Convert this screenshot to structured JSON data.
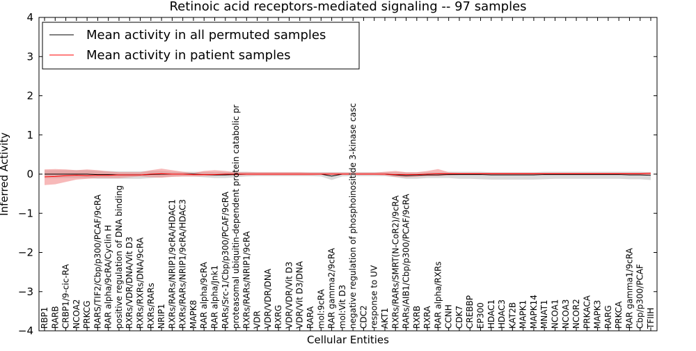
{
  "chart_data": {
    "type": "line",
    "title": "Retinoic acid receptors-mediated signaling -- 97 samples",
    "xlabel": "Cellular Entities",
    "ylabel": "Inferred Activity",
    "ylim": [
      -4,
      4
    ],
    "yticks": [
      -4,
      -3,
      -2,
      -1,
      0,
      1,
      2,
      3,
      4
    ],
    "grid": false,
    "legend": {
      "position": "top-left"
    },
    "categories": [
      "RBP1",
      "RARB",
      "CRBP1/9-cic-RA",
      "NCOA2",
      "PRKCG",
      "RARS/TIF2/Cbp/p300/PCAF/9cRA",
      "RAR alpha/9cRA/Cyclin H",
      "positive regulation of DNA binding",
      "RXRs/VDR/DNA/Vit D3",
      "RXRs/RXRs/DNA/9cRA",
      "RXRs/RARs",
      "NRIP1",
      "RXRs/RARs/NRIP1/9cRA/HDAC1",
      "RXRs/RARs/NRIP1/9cRA/HDAC3",
      "MAPK8",
      "RAR alpha/9cRA",
      "RAR alpha/Jnk1",
      "RARs/Src-1/Cbp/p300/PCAF/9cRA",
      "proteasomal ubiquitin-dependent protein catabolic pr",
      "RXRs/RARs/NRIP1/9cRA",
      "VDR",
      "VDR/VDR/DNA",
      "RXRG",
      "VDR/VDR/Vit D3",
      "VDR/Vit D3/DNA",
      "RARA",
      "mol:9cRA",
      "RAR gamma2/9cRA",
      "mol:Vit D3",
      "negative regulation of phosphoinositide 3-kinase casc",
      "CDC2",
      "response to UV",
      "AKT1",
      "RXRs/RARs/SMRT(N-CoR2)/9cRA",
      "RARs/AIB1/Cbp/p300/PCAF/9cRA",
      "RXRB",
      "RXRA",
      "RAR alpha/RXRs",
      "CCNH",
      "CDK7",
      "CREBBP",
      "EP300",
      "HDAC1",
      "HDAC3",
      "KAT2B",
      "MAPK1",
      "MAPK14",
      "MNAT1",
      "NCOA1",
      "NCOA3",
      "NCOR2",
      "PRKACA",
      "MAPK3",
      "RARG",
      "PRKCA",
      "RAR gamma1/9cRA",
      "Cbp/p300/PCAF",
      "TFIIH"
    ],
    "series": [
      {
        "name": "Mean activity in all permuted samples",
        "color": "#000000",
        "band_color": "#bbbbbb",
        "values": [
          0,
          0,
          0,
          0,
          0,
          -0.01,
          -0.01,
          -0.02,
          -0.02,
          -0.02,
          -0.01,
          0,
          0,
          0,
          0,
          -0.01,
          -0.02,
          -0.02,
          -0.01,
          0,
          0,
          0,
          0,
          0,
          0,
          0,
          0,
          -0.05,
          0,
          0,
          0,
          0,
          0,
          -0.02,
          -0.04,
          -0.03,
          -0.02,
          -0.02,
          -0.01,
          -0.01,
          -0.01,
          -0.01,
          -0.02,
          -0.02,
          -0.02,
          -0.02,
          -0.02,
          -0.01,
          -0.01,
          -0.01,
          -0.01,
          -0.01,
          -0.01,
          -0.01,
          -0.01,
          -0.02,
          -0.02,
          -0.03
        ],
        "lower": [
          -0.1,
          -0.1,
          -0.1,
          -0.1,
          -0.1,
          -0.12,
          -0.12,
          -0.12,
          -0.12,
          -0.12,
          -0.1,
          -0.08,
          -0.06,
          -0.06,
          -0.06,
          -0.08,
          -0.1,
          -0.1,
          -0.08,
          -0.06,
          -0.05,
          -0.05,
          -0.05,
          -0.05,
          -0.05,
          -0.05,
          -0.06,
          -0.15,
          -0.06,
          -0.05,
          -0.05,
          -0.05,
          -0.05,
          -0.08,
          -0.12,
          -0.12,
          -0.1,
          -0.1,
          -0.1,
          -0.12,
          -0.12,
          -0.13,
          -0.14,
          -0.14,
          -0.14,
          -0.14,
          -0.14,
          -0.13,
          -0.12,
          -0.12,
          -0.12,
          -0.12,
          -0.12,
          -0.12,
          -0.12,
          -0.13,
          -0.13,
          -0.15
        ],
        "upper": [
          0.1,
          0.1,
          0.1,
          0.1,
          0.1,
          0.08,
          0.08,
          0.07,
          0.07,
          0.07,
          0.08,
          0.08,
          0.06,
          0.06,
          0.06,
          0.06,
          0.05,
          0.05,
          0.06,
          0.06,
          0.05,
          0.05,
          0.05,
          0.05,
          0.05,
          0.05,
          0.05,
          0.05,
          0.05,
          0.05,
          0.05,
          0.05,
          0.05,
          0.05,
          0.04,
          0.04,
          0.05,
          0.05,
          0.06,
          0.06,
          0.06,
          0.06,
          0.05,
          0.05,
          0.05,
          0.05,
          0.05,
          0.06,
          0.06,
          0.06,
          0.06,
          0.06,
          0.06,
          0.06,
          0.06,
          0.06,
          0.06,
          0.05
        ]
      },
      {
        "name": "Mean activity in patient samples",
        "color": "#ff0000",
        "band_color": "#f08080",
        "values": [
          -0.07,
          -0.06,
          -0.04,
          -0.03,
          -0.04,
          -0.03,
          -0.03,
          -0.02,
          -0.02,
          -0.02,
          0,
          0.01,
          0,
          0,
          -0.01,
          -0.01,
          -0.01,
          0,
          0,
          0,
          0,
          0,
          0,
          0,
          0,
          0,
          0,
          0,
          0,
          0,
          0,
          0,
          0,
          -0.01,
          -0.01,
          -0.01,
          0,
          0.01,
          0.01,
          0.01,
          0.01,
          0.01,
          0.01,
          0.01,
          0.01,
          0.01,
          0.01,
          0.01,
          0.01,
          0.01,
          0.01,
          0.01,
          0.01,
          0.01,
          0.01,
          0.01,
          0.01,
          0.02
        ],
        "lower": [
          -0.28,
          -0.26,
          -0.2,
          -0.14,
          -0.12,
          -0.1,
          -0.1,
          -0.1,
          -0.08,
          -0.06,
          -0.08,
          -0.09,
          -0.07,
          -0.06,
          -0.06,
          -0.05,
          -0.04,
          -0.03,
          -0.03,
          -0.03,
          -0.03,
          -0.03,
          -0.03,
          -0.03,
          -0.03,
          -0.03,
          -0.02,
          -0.02,
          -0.02,
          -0.02,
          -0.02,
          -0.02,
          -0.03,
          -0.07,
          -0.08,
          -0.07,
          -0.05,
          -0.05,
          -0.03,
          -0.02,
          -0.02,
          -0.02,
          -0.02,
          -0.02,
          -0.02,
          -0.02,
          -0.02,
          -0.02,
          -0.02,
          -0.02,
          -0.02,
          -0.02,
          -0.02,
          -0.02,
          -0.02,
          -0.02,
          -0.02,
          -0.02
        ],
        "upper": [
          0.12,
          0.13,
          0.12,
          0.1,
          0.12,
          0.1,
          0.07,
          0.05,
          0.05,
          0.05,
          0.1,
          0.14,
          0.1,
          0.06,
          0.03,
          0.08,
          0.1,
          0.08,
          0.05,
          0.05,
          0.05,
          0.05,
          0.05,
          0.05,
          0.05,
          0.04,
          0.04,
          0.04,
          0.04,
          0.04,
          0.04,
          0.04,
          0.06,
          0.08,
          0.05,
          0.05,
          0.08,
          0.13,
          0.05,
          0.04,
          0.04,
          0.04,
          0.04,
          0.04,
          0.04,
          0.04,
          0.04,
          0.04,
          0.04,
          0.04,
          0.04,
          0.04,
          0.04,
          0.04,
          0.04,
          0.04,
          0.04,
          0.04
        ]
      }
    ]
  }
}
